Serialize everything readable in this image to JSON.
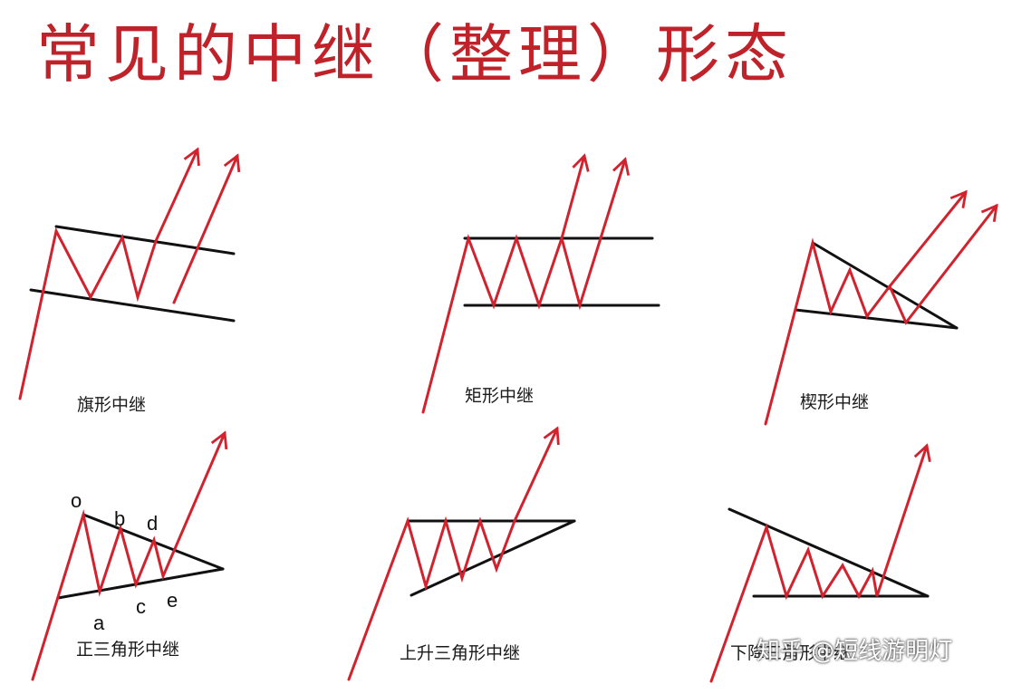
{
  "title": "常见的中继（整理）形态",
  "colors": {
    "accent": "#d1222e",
    "line": "#111111",
    "title": "#c0222a"
  },
  "patterns": [
    {
      "caption": "旗形中继"
    },
    {
      "caption": "矩形中继"
    },
    {
      "caption": "楔形中继"
    },
    {
      "caption": "正三角形中继",
      "points": [
        "o",
        "b",
        "d",
        "c",
        "e",
        "a"
      ]
    },
    {
      "caption": "上升三角形中继"
    },
    {
      "caption": "下降三角形中继"
    }
  ],
  "watermark": "知乎 @短线游明灯"
}
